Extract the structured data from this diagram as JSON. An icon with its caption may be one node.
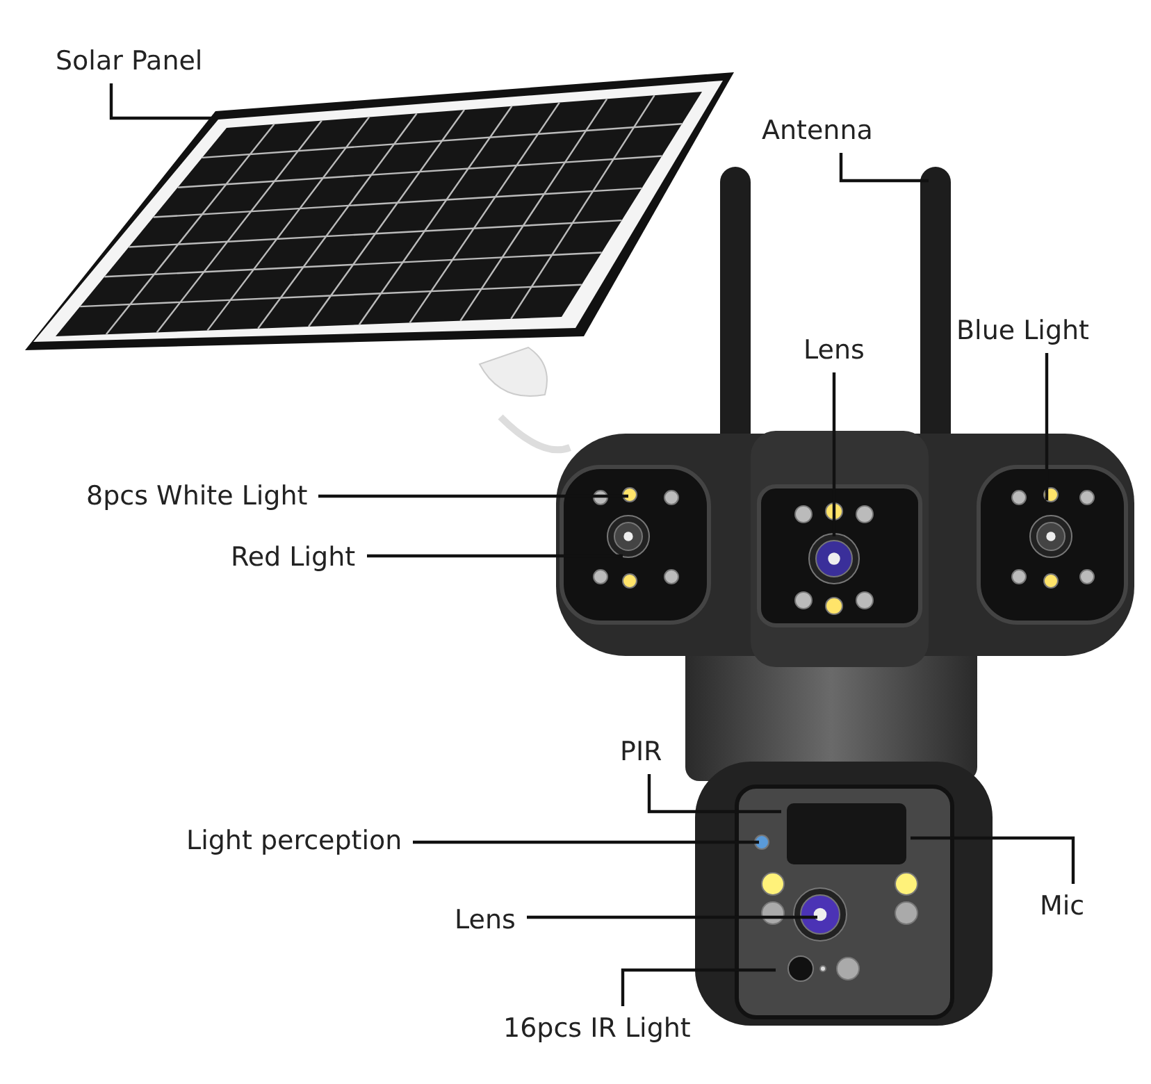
{
  "diagram": {
    "nodes": [
      {
        "text": [
          "Solar Panel"
        ]
      },
      {
        "text": [
          "Antenna"
        ]
      },
      {
        "text": [
          "Lens"
        ]
      },
      {
        "text": [
          "Blue Light"
        ]
      },
      {
        "text": [
          "8pcs White Light"
        ]
      },
      {
        "text": [
          "Red Light"
        ]
      },
      {
        "text": [
          "PIR"
        ]
      },
      {
        "text": [
          "Light perception"
        ]
      },
      {
        "text": [
          "Mic"
        ]
      },
      {
        "text": [
          "Lens"
        ]
      },
      {
        "text": [
          "16pcs IR Light"
        ]
      }
    ],
    "edges": [
      {
        "from": 0,
        "to": null,
        "arrow": "none"
      },
      {
        "from": 1,
        "to": null,
        "arrow": "none"
      },
      {
        "from": 2,
        "to": null,
        "arrow": "none"
      },
      {
        "from": 3,
        "to": null,
        "arrow": "none"
      },
      {
        "from": 4,
        "to": null,
        "arrow": "none"
      },
      {
        "from": 5,
        "to": null,
        "arrow": "none"
      },
      {
        "from": 6,
        "to": null,
        "arrow": "none"
      },
      {
        "from": 7,
        "to": null,
        "arrow": "none"
      },
      {
        "from": 8,
        "to": null,
        "arrow": "none"
      },
      {
        "from": 9,
        "to": null,
        "arrow": "none"
      },
      {
        "from": 10,
        "to": null,
        "arrow": "none"
      }
    ]
  }
}
